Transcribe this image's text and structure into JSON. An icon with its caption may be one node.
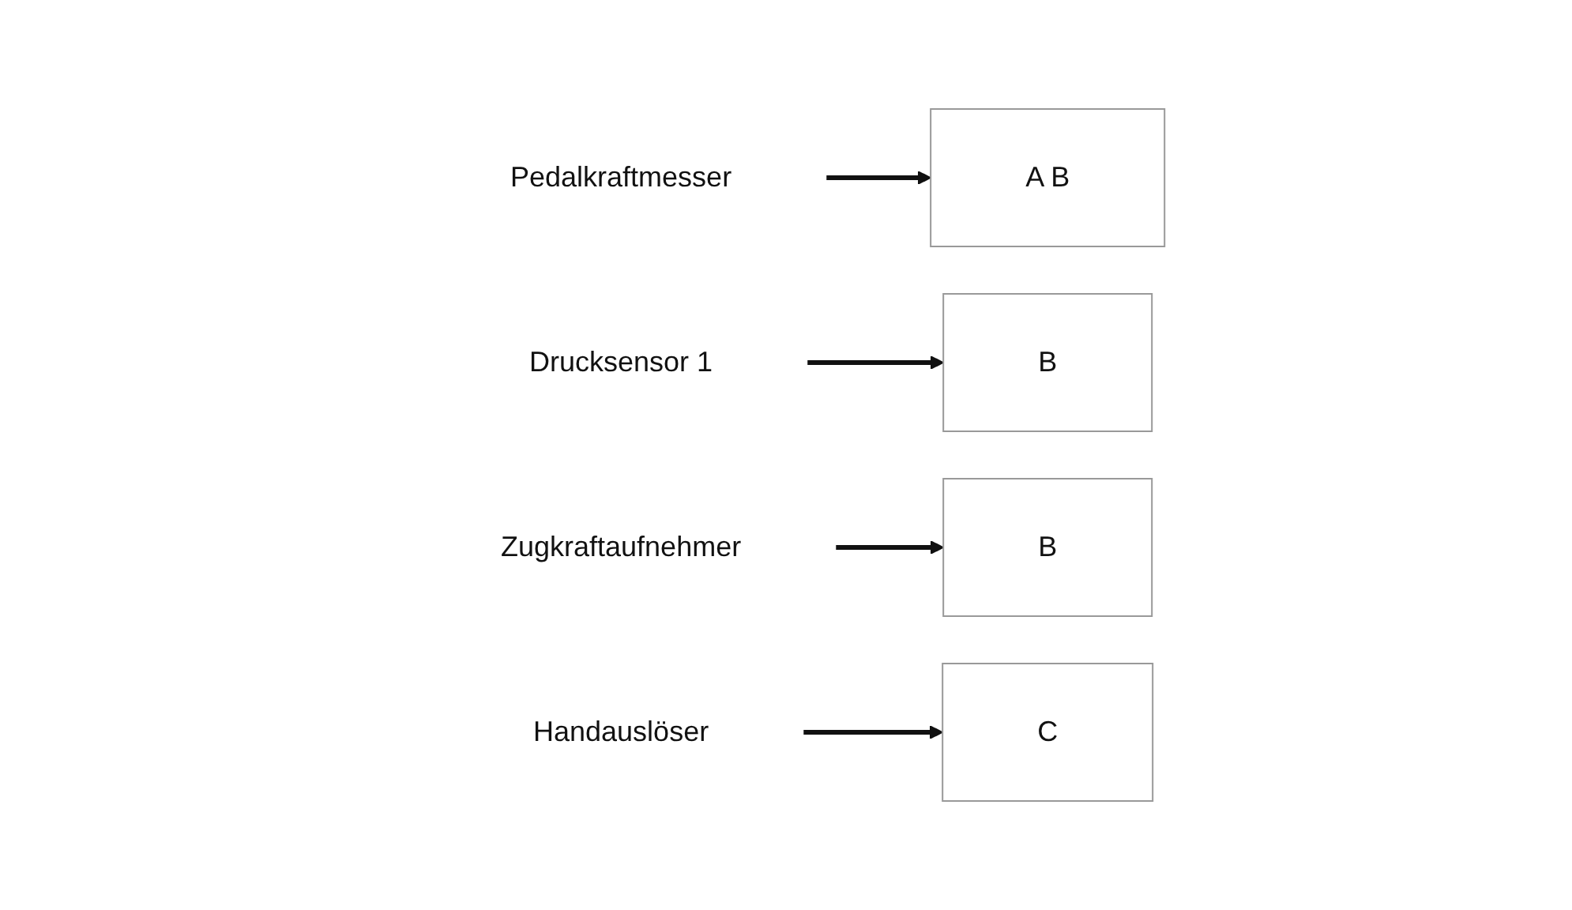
{
  "diagram": {
    "nodes": [
      {
        "text": [
          "Pedalkraftmesser"
        ]
      },
      {
        "text": [
          "A B"
        ]
      },
      {
        "text": [
          "Drucksensor 1"
        ]
      },
      {
        "text": [
          "B"
        ]
      },
      {
        "text": [
          "Zugkraftaufnehmer"
        ]
      },
      {
        "text": [
          "B"
        ]
      },
      {
        "text": [
          "Handauslöser"
        ]
      },
      {
        "text": [
          "C"
        ]
      }
    ],
    "edges": [
      {
        "from": 0,
        "to": 1,
        "arrow": "to"
      },
      {
        "from": 2,
        "to": 3,
        "arrow": "to"
      },
      {
        "from": 4,
        "to": 5,
        "arrow": "to"
      },
      {
        "from": 6,
        "to": 7,
        "arrow": "to"
      }
    ]
  }
}
